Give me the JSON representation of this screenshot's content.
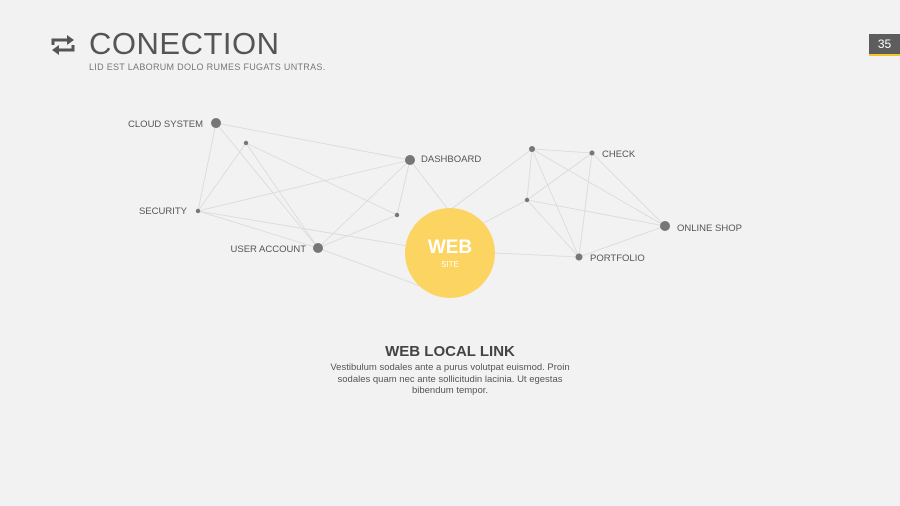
{
  "header": {
    "title": "CONECTION",
    "subtitle": "LID EST LABORUM DOLO RUMES FUGATS UNTRAS.",
    "icon": "repeat-arrows-icon",
    "page_number": "35"
  },
  "colors": {
    "background": "#f2f2f2",
    "node": "#777777",
    "line": "#d8d8d8",
    "hub": "#fcd462",
    "accent": "#f5c431"
  },
  "diagram": {
    "hub": {
      "title": "WEB",
      "subtitle": "SITE"
    },
    "nodes": {
      "cloud_system": "CLOUD SYSTEM",
      "dashboard": "DASHBOARD",
      "security": "SECURITY",
      "user_account": "USER ACCOUNT",
      "check": "CHECK",
      "online_shop": "ONLINE SHOP",
      "portfolio": "PORTFOLIO"
    }
  },
  "info": {
    "title": "WEB LOCAL LINK",
    "body": "Vestibulum sodales ante a purus volutpat euismod. Proin sodales quam nec ante sollicitudin lacinia. Ut egestas bibendum tempor."
  }
}
